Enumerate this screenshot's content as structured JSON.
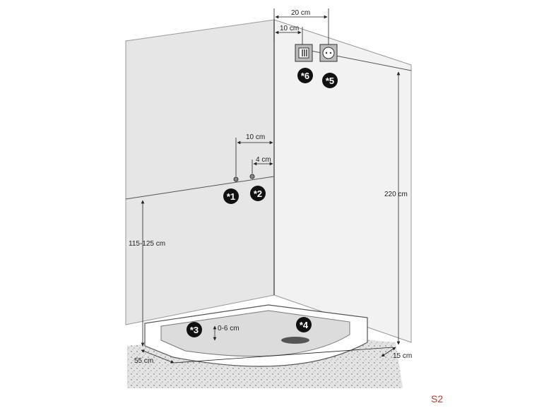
{
  "dimensions": {
    "socket_outer": "20 cm",
    "socket_inner": "10 cm",
    "valve_spacing": "10 cm",
    "valve_offset": "4 cm",
    "valve_height": "115-125 cm",
    "socket_height": "220 cm",
    "tray_depth": "0-6 cm",
    "tray_edge": "55 cm",
    "tray_step": "15 cm"
  },
  "markers": [
    {
      "id": "m1",
      "label": "*1"
    },
    {
      "id": "m2",
      "label": "*2"
    },
    {
      "id": "m3",
      "label": "*3"
    },
    {
      "id": "m4",
      "label": "*4"
    },
    {
      "id": "m5",
      "label": "*5"
    },
    {
      "id": "m6",
      "label": "*6"
    }
  ],
  "code": "S2",
  "colors": {
    "wall_left": "#e6e6e6",
    "wall_right": "#f2f2f2",
    "wall_edge": "#333333",
    "badge": "#111111",
    "code": "#c0392b"
  }
}
